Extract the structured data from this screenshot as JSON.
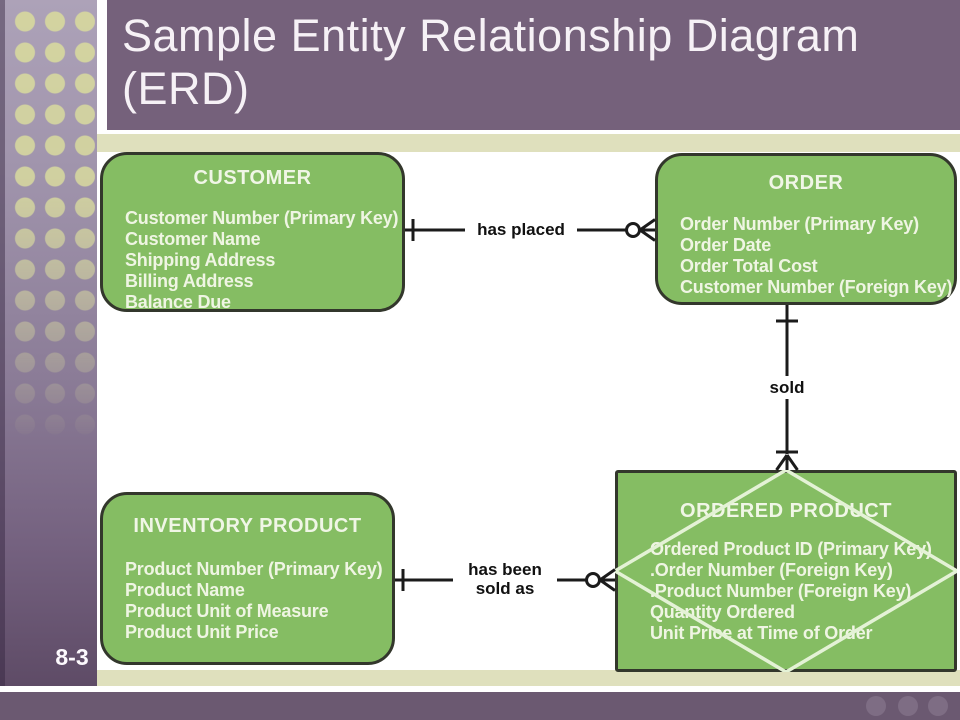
{
  "slide": {
    "title_lines": [
      "Sample Entity Relationship Diagram",
      "(ERD)"
    ],
    "page_number": "8-3"
  },
  "colors": {
    "title_bar": "#75617b",
    "footer_bar": "#6b5971",
    "sidebar_top": "#ada2b8",
    "sidebar_bottom": "#5e4b66",
    "sidebar_dot": "#d5d69f",
    "entity_fill": "#85bd63",
    "entity_border": "#33372c",
    "entity_text": "#eff5e3",
    "diamond_line": "#e4f2d6",
    "connector": "#1b1b1b",
    "khaki_strip": "#dfe0bd"
  },
  "diagram": {
    "entities": [
      {
        "name": "CUSTOMER",
        "fields": [
          "Customer Number (Primary Key)",
          "Customer Name",
          "Shipping Address",
          "Billing Address",
          "Balance Due"
        ]
      },
      {
        "name": "ORDER",
        "fields": [
          "Order Number (Primary Key)",
          "Order Date",
          "Order Total Cost",
          "Customer Number (Foreign Key)"
        ]
      },
      {
        "name": "INVENTORY PRODUCT",
        "fields": [
          "Product Number (Primary Key)",
          "Product Name",
          "Product Unit of Measure",
          "Product Unit Price"
        ]
      },
      {
        "name": "ORDERED PRODUCT",
        "fields": [
          "Ordered Product ID (Primary Key)",
          ".Order Number (Foreign Key)",
          ".Product Number (Foreign Key)",
          "Quantity Ordered",
          "Unit Price at Time of Order"
        ]
      }
    ],
    "relationships": [
      {
        "label": "has placed",
        "from": "CUSTOMER",
        "to": "ORDER",
        "from_cardinality": "one",
        "to_cardinality": "zero-or-many"
      },
      {
        "label": "sold",
        "from": "ORDER",
        "to": "ORDERED PRODUCT",
        "from_cardinality": "one",
        "to_cardinality": "one-or-many"
      },
      {
        "label": "has been sold as",
        "from": "INVENTORY PRODUCT",
        "to": "ORDERED PRODUCT",
        "from_cardinality": "one",
        "to_cardinality": "zero-or-many"
      }
    ]
  }
}
